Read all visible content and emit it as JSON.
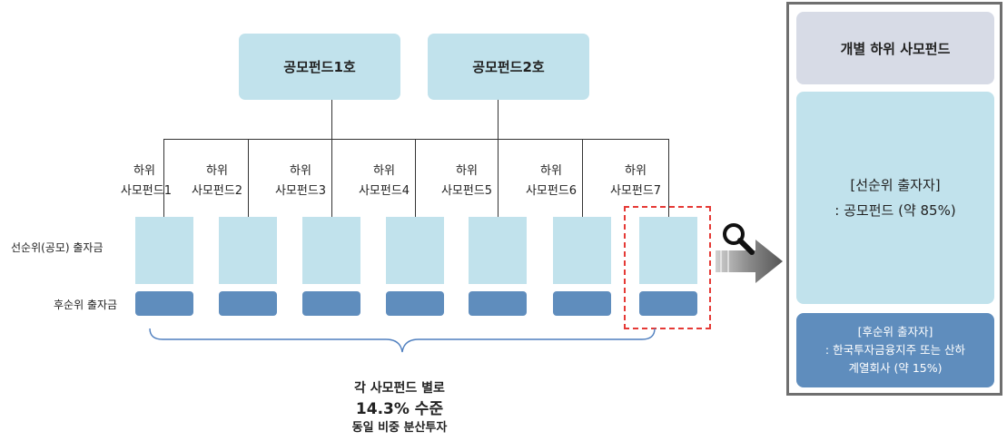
{
  "public_funds": [
    "공모펀드1호",
    "공모펀드2호"
  ],
  "sub_funds": [
    {
      "line1": "하위",
      "line2": "사모펀드1"
    },
    {
      "line1": "하위",
      "line2": "사모펀드2"
    },
    {
      "line1": "하위",
      "line2": "사모펀드3"
    },
    {
      "line1": "하위",
      "line2": "사모펀드4"
    },
    {
      "line1": "하위",
      "line2": "사모펀드5"
    },
    {
      "line1": "하위",
      "line2": "사모펀드6"
    },
    {
      "line1": "하위",
      "line2": "사모펀드7"
    }
  ],
  "row_labels": {
    "senior": "선순위(공모) 출자금",
    "junior": "후순위 출자금"
  },
  "summary": {
    "line1": "각 사모펀드 별로",
    "line2": "14.3% 수준",
    "line3": "동일 비중 분산투자"
  },
  "detail_panel": {
    "title": "개별 하위 사모펀드",
    "senior_line1": "[선순위 출자자]",
    "senior_line2": ": 공모펀드 (약 85%)",
    "junior_line1": "[후순위 출자자]",
    "junior_line2": ": 한국투자금융지주 또는 산하",
    "junior_line3": "계열회사 (약 15%)"
  },
  "icons": {
    "zoom": "magnifier-icon",
    "arrow": "right-arrow-icon"
  },
  "colors": {
    "senior": "#c1e2ec",
    "junior": "#5f8dbd",
    "header": "#d7dbe6",
    "highlight": "#e53935"
  }
}
